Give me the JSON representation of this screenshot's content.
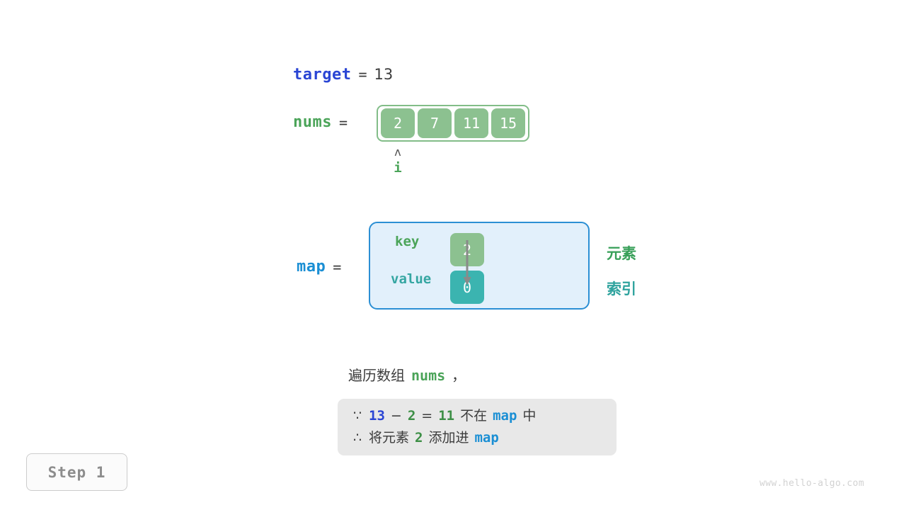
{
  "target": {
    "name": "target",
    "equals": "=",
    "value": "13"
  },
  "nums": {
    "name": "nums",
    "equals": "=",
    "cells": [
      "2",
      "7",
      "11",
      "15"
    ]
  },
  "pointer": {
    "caret": "ʌ",
    "label": "i"
  },
  "map": {
    "name": "map",
    "equals": "=",
    "key_label": "key",
    "value_label": "value",
    "key_cell": "2",
    "value_cell": "0"
  },
  "legend": {
    "element": "元素",
    "index": "索引"
  },
  "caption": {
    "text": "遍历数组",
    "code": "nums",
    "punct": "，"
  },
  "statement": {
    "line1": {
      "symbol": "∵",
      "a": "13",
      "minus": "−",
      "b": "2",
      "equals": "=",
      "result": "11",
      "not_in": "不在",
      "map": "map",
      "in": "中"
    },
    "line2": {
      "symbol": "∴",
      "prefix": "将元素",
      "elem": "2",
      "suffix": "添加进",
      "map": "map"
    }
  },
  "step": {
    "label": "Step 1"
  },
  "watermark": {
    "text": "www.hello-algo.com"
  },
  "colors": {
    "target_blue": "#2a45d4",
    "nums_green": "#4ba459",
    "map_blue": "#1b8fd4",
    "cell_green": "#8cc190",
    "cell_teal": "#3bb4b0",
    "map_bg": "#e2f0fb",
    "statement_bg": "#e8e8e8"
  }
}
